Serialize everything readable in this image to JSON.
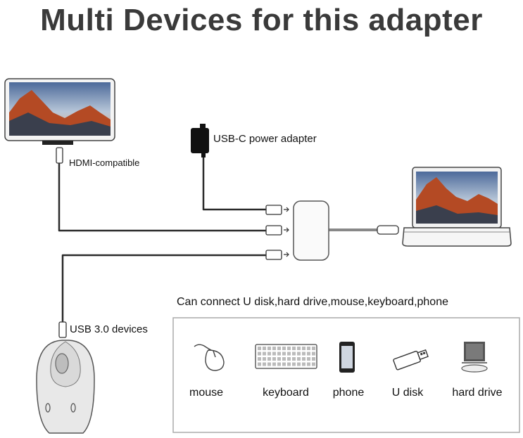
{
  "title": "Multi Devices for this adapter",
  "labels": {
    "hdmi": "HDMI-compatible",
    "power": "USB-C power adapter",
    "usb": "USB 3.0 devices",
    "caption": "Can connect U disk,hard drive,mouse,keyboard,phone"
  },
  "devices": [
    {
      "label": "mouse",
      "icon": "mouse-icon"
    },
    {
      "label": "keyboard",
      "icon": "keyboard-icon"
    },
    {
      "label": "phone",
      "icon": "phone-icon"
    },
    {
      "label": "U disk",
      "icon": "usb-stick-icon"
    },
    {
      "label": "hard drive",
      "icon": "hard-drive-icon"
    }
  ],
  "colors": {
    "title": "#3a3a3a",
    "cable": "#2a2a2a",
    "outline": "#555555",
    "screen_sky": "#7a93b4",
    "screen_mountain": "#c2532b"
  }
}
